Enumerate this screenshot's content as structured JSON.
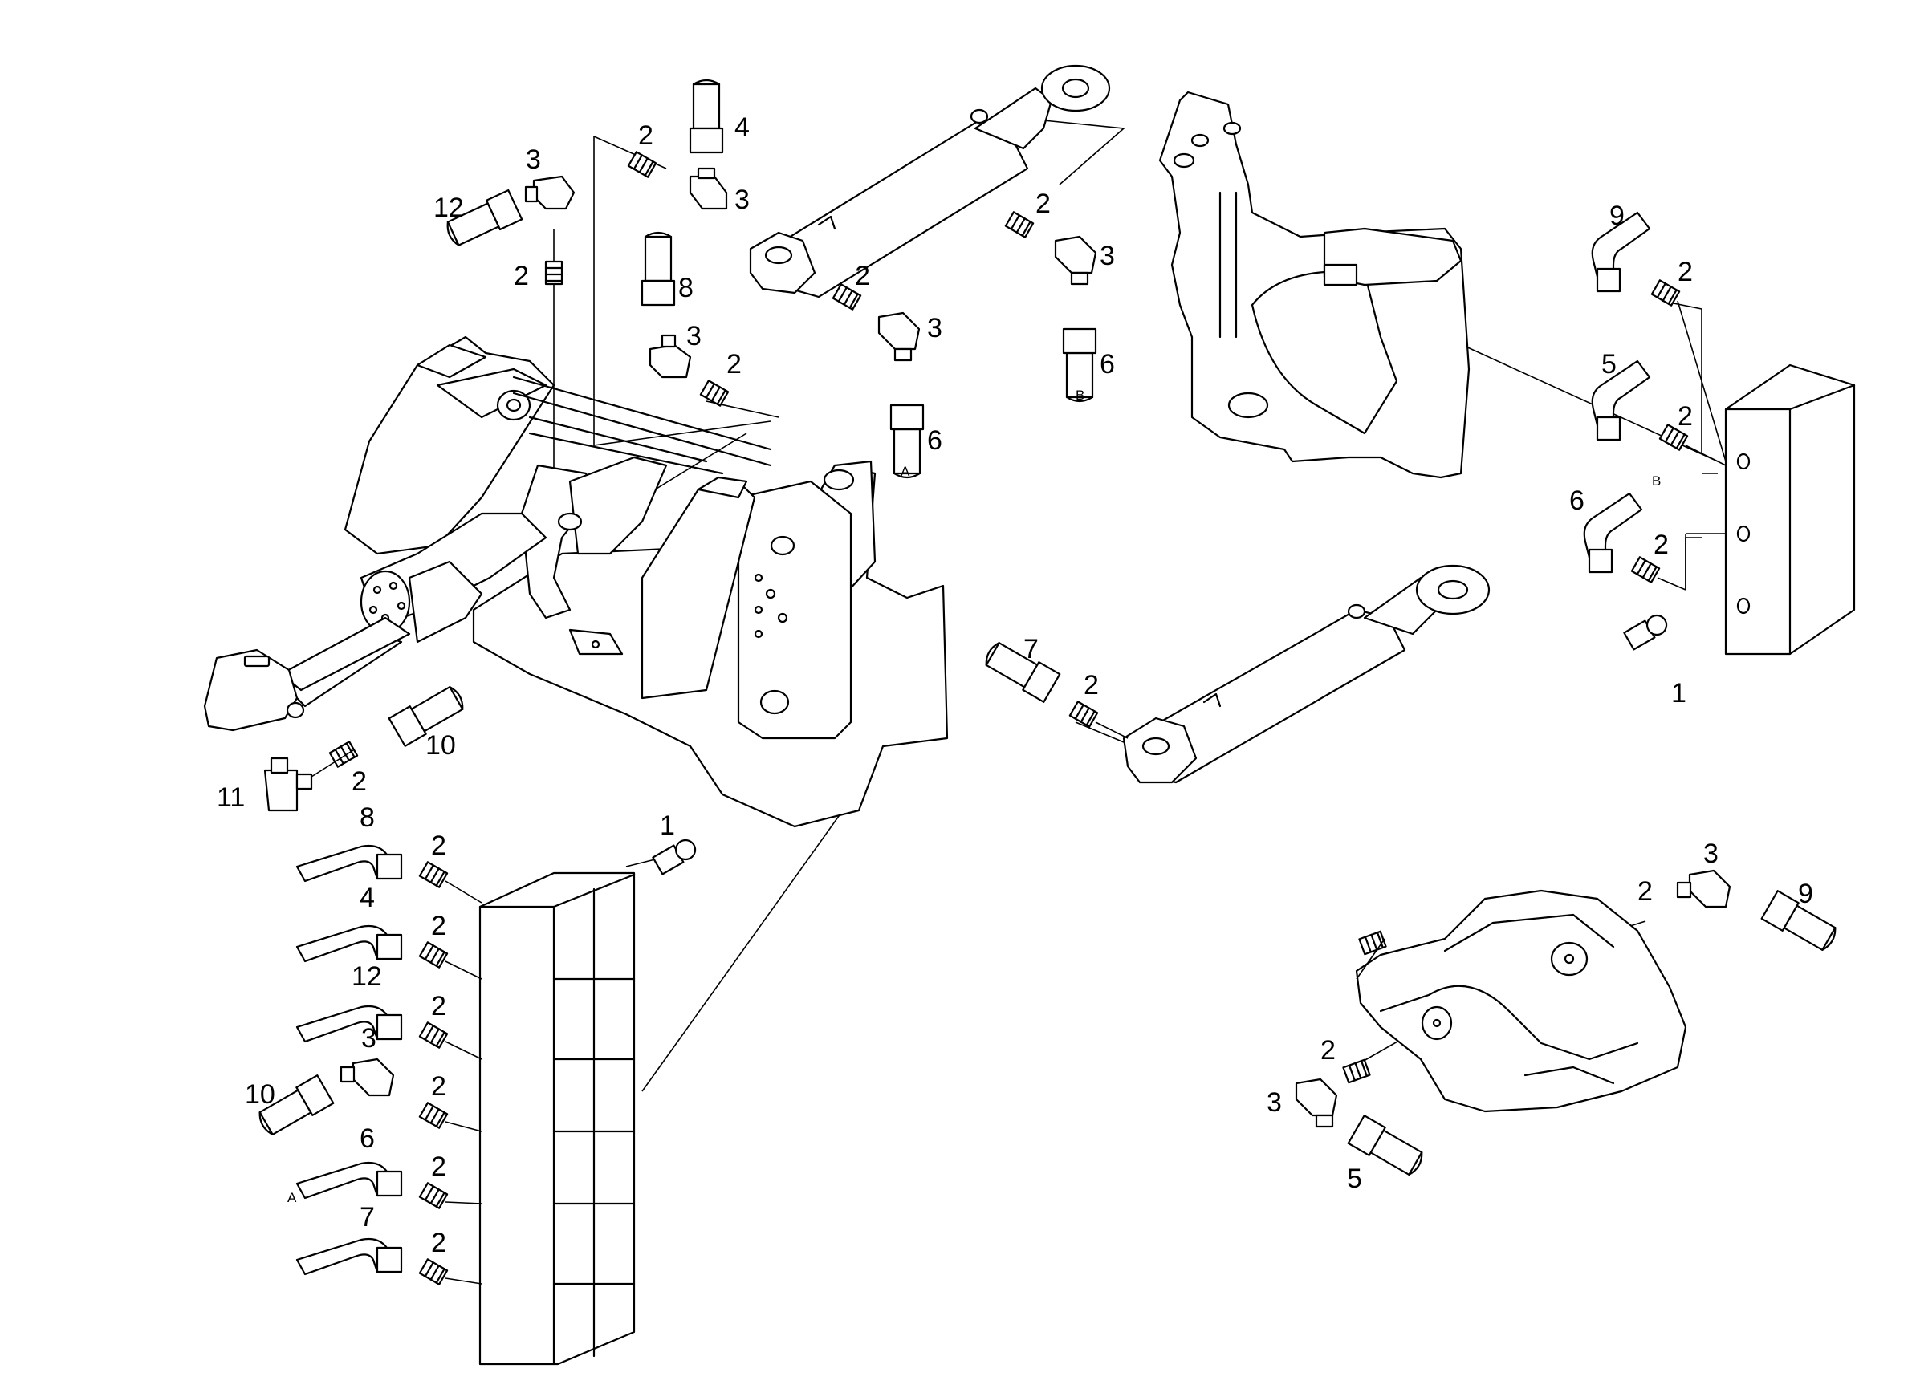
{
  "callouts": {
    "c_top_2": "2",
    "c_top_4": "4",
    "c_top_3a": "3",
    "c_top_3b": "3",
    "c_top_12": "12",
    "c_top_2b": "2",
    "c_top_8": "8",
    "c_top_3c": "3",
    "c_top_2c": "2",
    "c_cyl1_2a": "2",
    "c_cyl1_3a": "3",
    "c_cyl1_6a": "6",
    "c_mark_a1": "A",
    "c_cyl1_2b": "2",
    "c_cyl1_3b": "3",
    "c_cyl1_6b": "6",
    "c_mark_b1": "B",
    "c_r_9": "9",
    "c_r_2a": "2",
    "c_r_5": "5",
    "c_r_2b": "2",
    "c_r_6": "6",
    "c_mark_b2": "B",
    "c_r_2c": "2",
    "c_r_1": "1",
    "c_cyl2_7": "7",
    "c_cyl2_2": "2",
    "c_fr_10": "10",
    "c_fr_2": "2",
    "c_fr_11": "11",
    "c_blk_1": "1",
    "c_blk_8": "8",
    "c_blk_2a": "2",
    "c_blk_4": "4",
    "c_blk_2b": "2",
    "c_blk_12": "12",
    "c_blk_2c": "2",
    "c_blk_3": "3",
    "c_blk_10": "10",
    "c_blk_2d": "2",
    "c_blk_6": "6",
    "c_mark_a2": "A",
    "c_blk_2e": "2",
    "c_blk_7": "7",
    "c_blk_2f": "2",
    "c_ax_3a": "3",
    "c_ax_2a": "2",
    "c_ax_9": "9",
    "c_ax_2b": "2",
    "c_ax_3b": "3",
    "c_ax_5": "5"
  }
}
